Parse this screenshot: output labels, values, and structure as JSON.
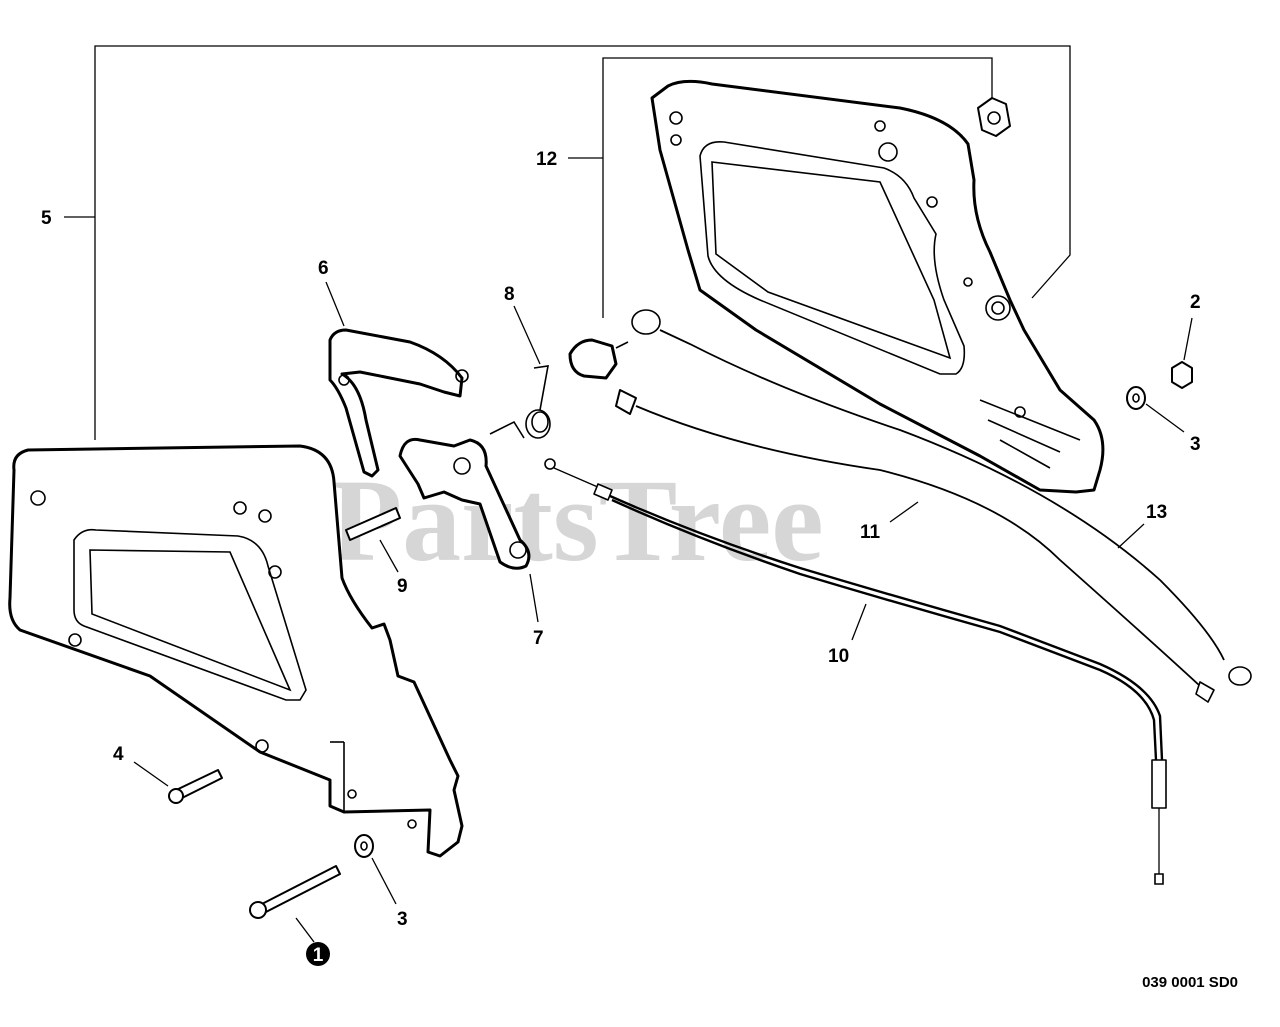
{
  "watermark": "PartsTree",
  "diagram_code": "039 0001 SD0",
  "callouts": {
    "c1": "1",
    "c2": "2",
    "c3a": "3",
    "c3b": "3",
    "c4": "4",
    "c5": "5",
    "c6": "6",
    "c7": "7",
    "c8": "8",
    "c9": "9",
    "c10": "10",
    "c11": "11",
    "c12": "12",
    "c13": "13"
  },
  "colors": {
    "line": "#000000",
    "background": "#ffffff",
    "watermark": "#c9c9c9"
  }
}
